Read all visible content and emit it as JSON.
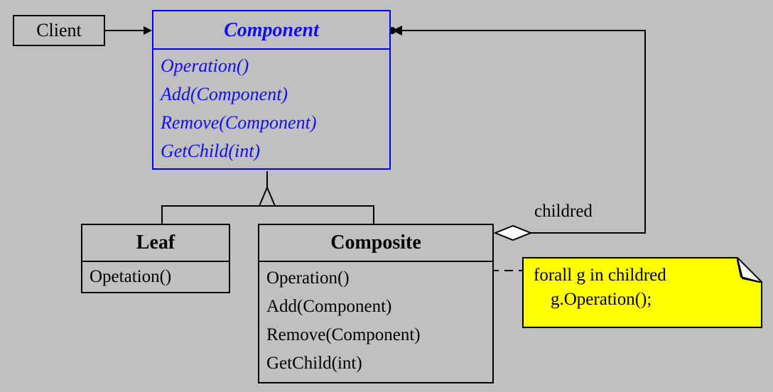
{
  "classes": {
    "client": {
      "name": "Client"
    },
    "component": {
      "name": "Component",
      "operations": [
        "Operation()",
        "Add(Component)",
        "Remove(Component)",
        "GetChild(int)"
      ]
    },
    "leaf": {
      "name": "Leaf",
      "operations": [
        "Opetation()"
      ]
    },
    "composite": {
      "name": "Composite",
      "operations": [
        "Operation()",
        "Add(Component)",
        "Remove(Component)",
        "GetChild(int)"
      ]
    }
  },
  "association": {
    "label": "childred"
  },
  "note": {
    "lines": [
      "forall g in childred",
      "g.Operation();"
    ]
  },
  "colors": {
    "background": "#c0c0c0",
    "abstract_class": "#0000ff",
    "note": "#ffff00"
  }
}
